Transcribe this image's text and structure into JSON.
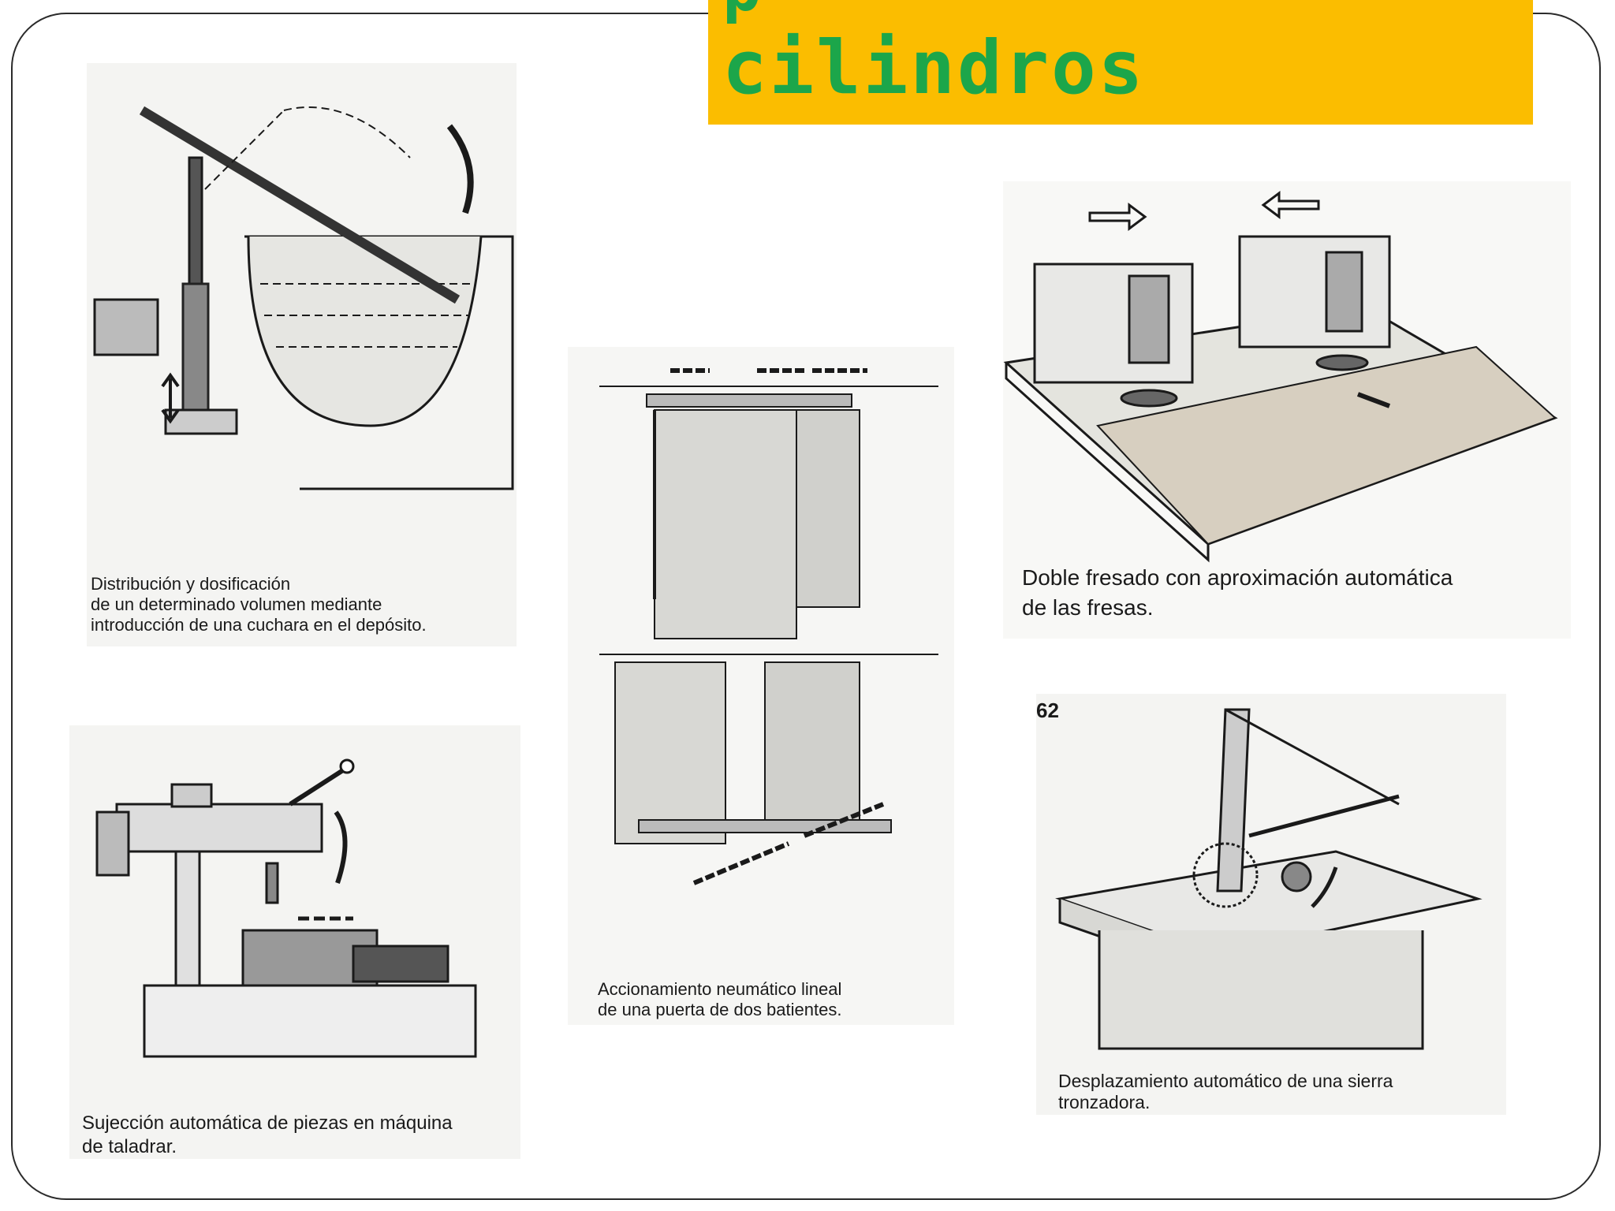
{
  "title": {
    "fragment": "p",
    "text": "cilindros"
  },
  "figures": [
    {
      "id": "cuchara",
      "caption": "Distribución y dosificación\nde un determinado volumen mediante\nintroducción de una cuchara en el depósito."
    },
    {
      "id": "taladro",
      "caption": "Sujección automática de piezas en máquina\nde taladrar."
    },
    {
      "id": "puerta",
      "caption": "Accionamiento neumático lineal\nde una puerta de dos batientes."
    },
    {
      "id": "fresado",
      "caption": "Doble fresado con aproximación automática\nde las fresas."
    },
    {
      "id": "sierra",
      "number": "62",
      "caption": "Desplazamiento automático de una sierra\ntronzadora."
    }
  ],
  "colors": {
    "title_background": "#fbbd00",
    "title_text": "#1ca64a",
    "frame": "#2b2b2b"
  }
}
